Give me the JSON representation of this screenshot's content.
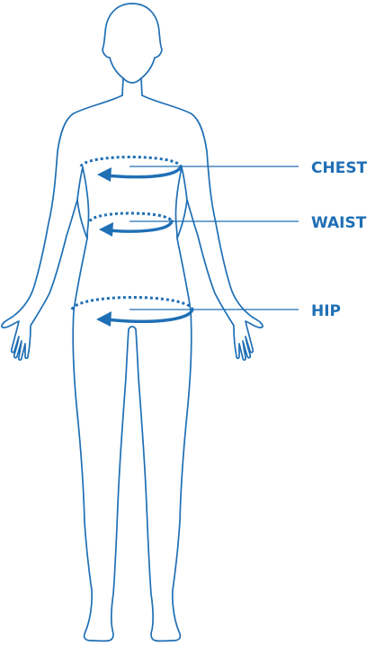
{
  "labels": {
    "chest": "CHEST",
    "waist": "WAIST",
    "hip": "HIP"
  },
  "colors": {
    "accent": "#1f6fb5",
    "background": "#ffffff"
  },
  "icons": [
    "body-silhouette",
    "measuring-tape-arrow"
  ]
}
